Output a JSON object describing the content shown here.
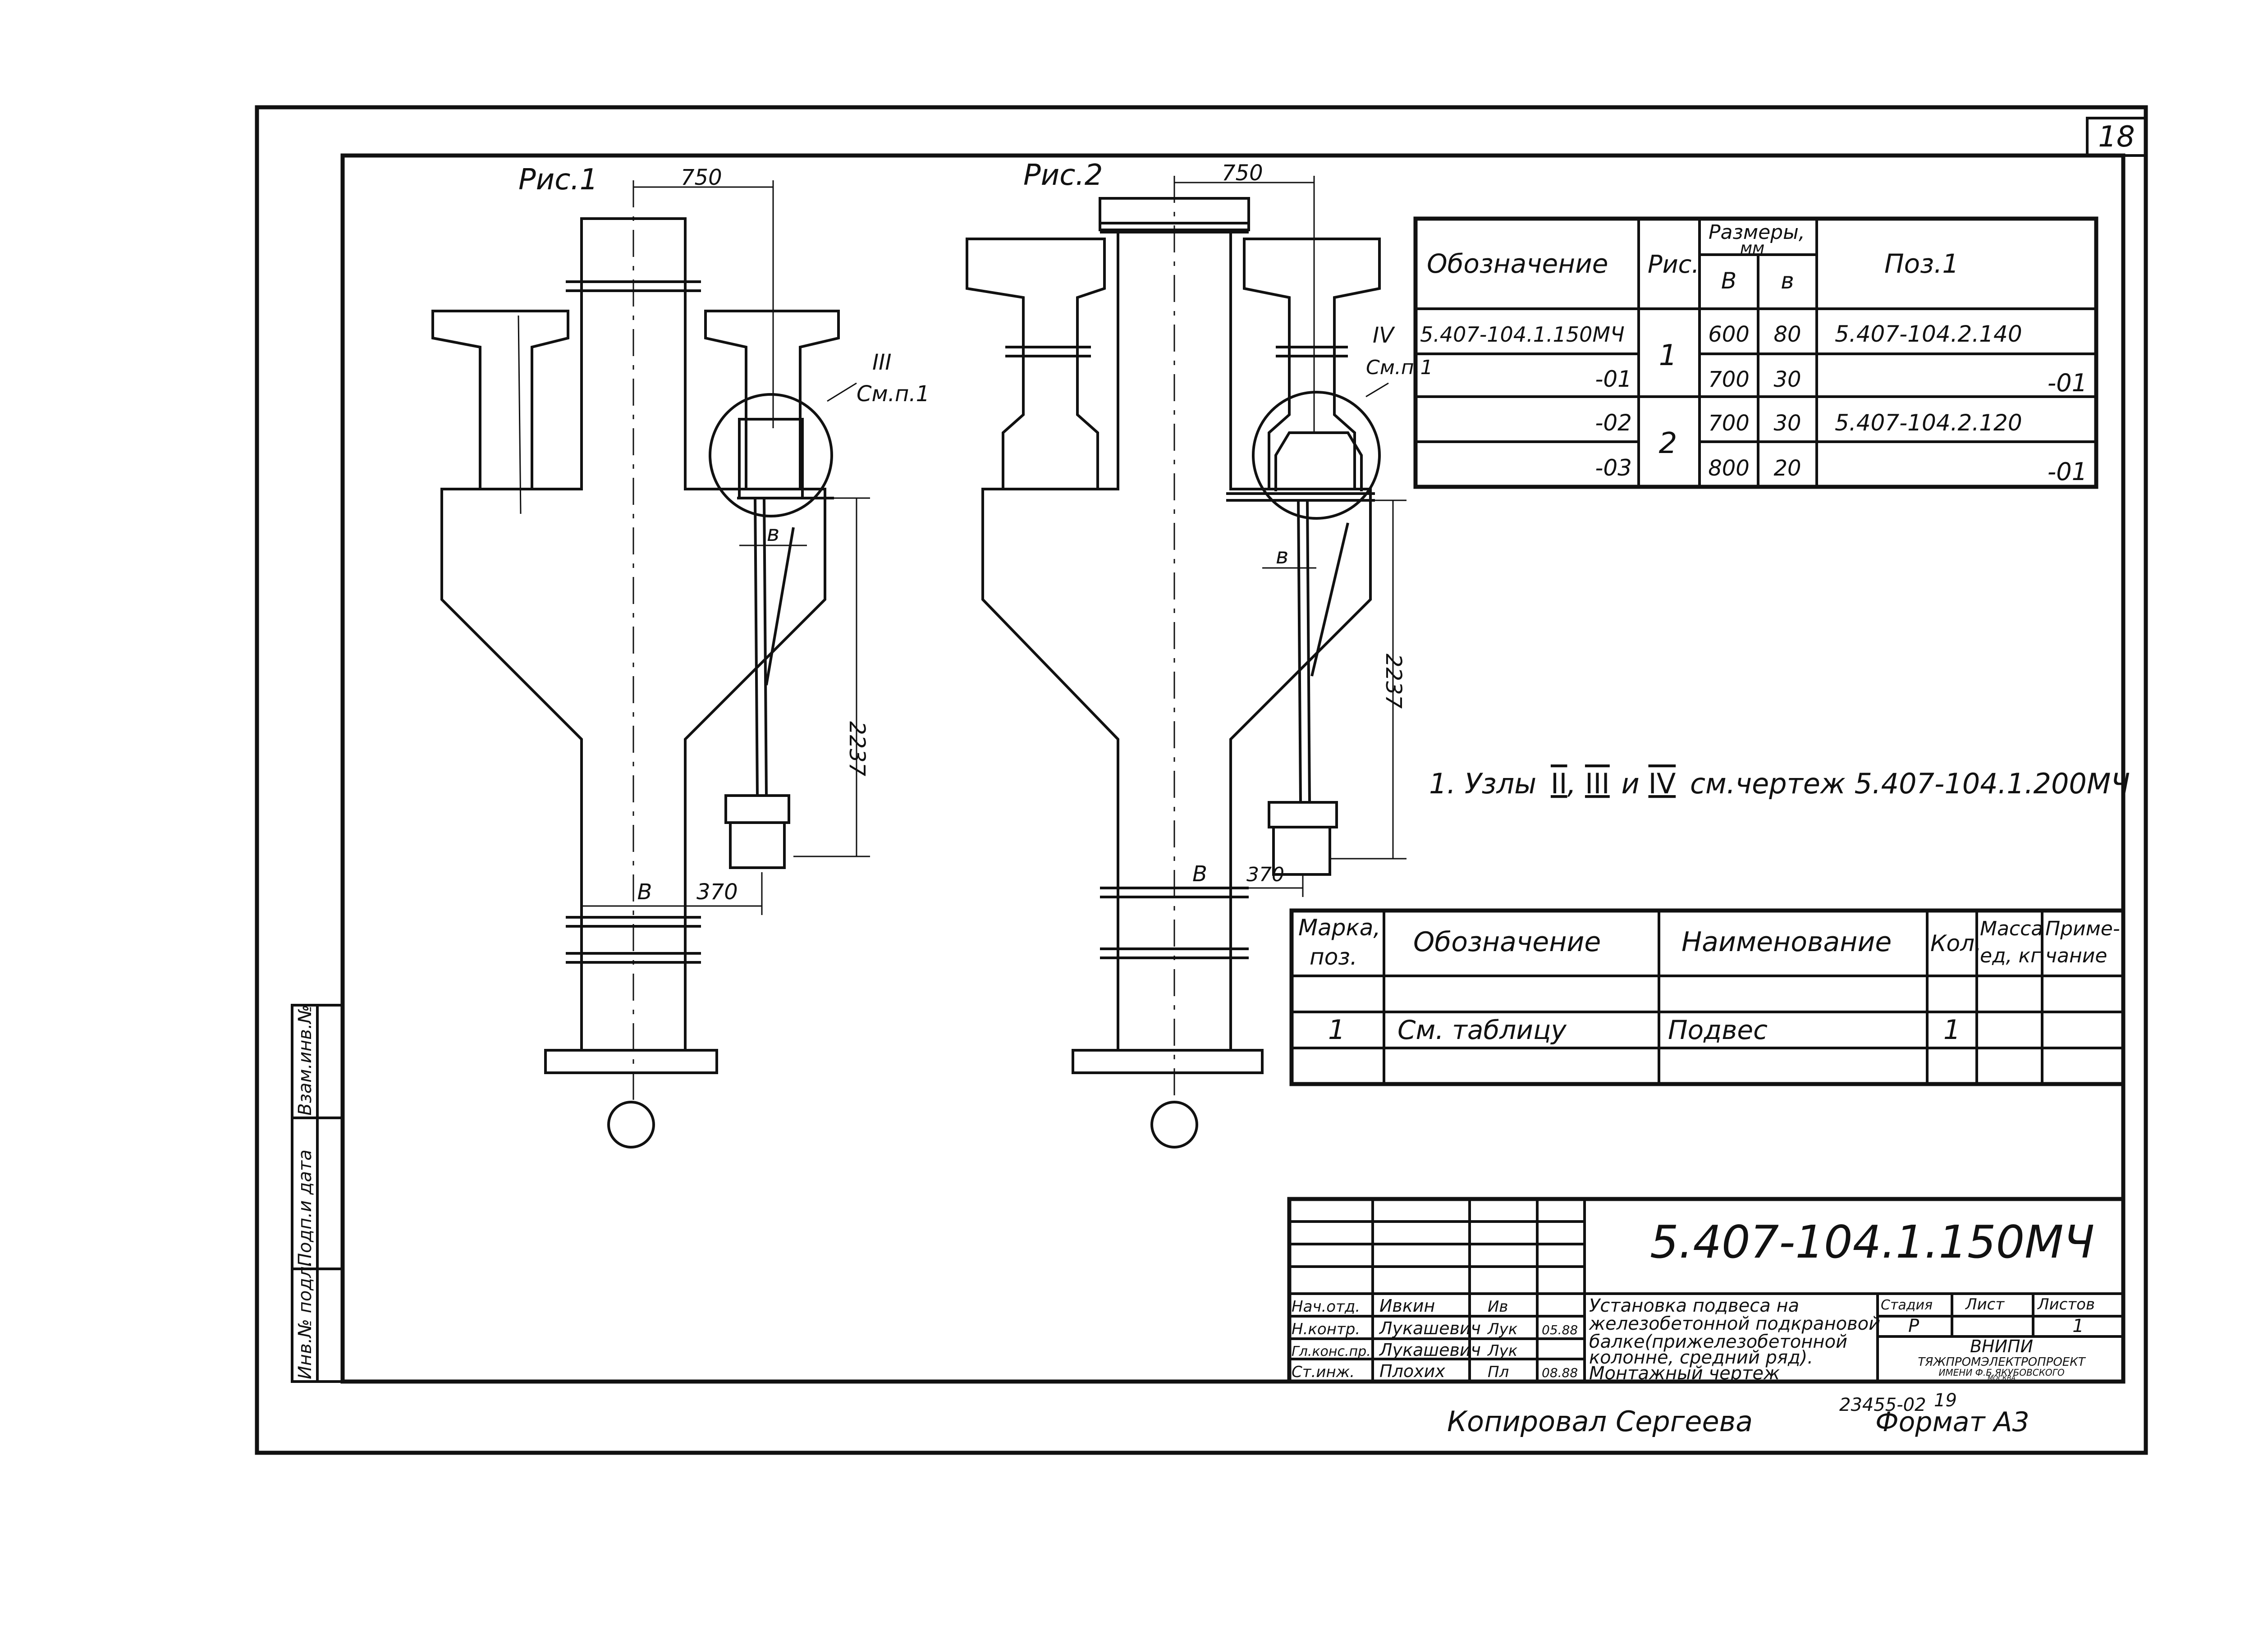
{
  "sheet": {
    "sheet_number": "18",
    "doc_code": "5.407-104.1.150МЧ",
    "title_lines": [
      "Установка подвеса на",
      "железобетонной подкрановой",
      "балке(прижелезобетонной",
      "колонне, средний ряд).",
      "Монтажный чертеж"
    ],
    "stage_header": "Стадия",
    "sheet_header": "Лист",
    "sheets_header": "Листов",
    "stage_value": "Р",
    "sheets_value": "1",
    "org_lines": [
      "ВНИПИ",
      "ТЯЖПРОМЭЛЕКТРОПРОЕКТ",
      "ИМЕНИ Ф.Б.ЯКУБОВСКОГО",
      "МОСКВА"
    ],
    "copied_by": "Копировал Сергеева",
    "format_label": "Формат А3",
    "inventory": "23455-02",
    "inventory_sheet": "19"
  },
  "stamp": {
    "rows": [
      {
        "role": "Нач.отд.",
        "name": "Ивкин",
        "sign": "Ив",
        "date": ""
      },
      {
        "role": "Н.контр.",
        "name": "Лукашевич",
        "sign": "Лук",
        "date": "05.88"
      },
      {
        "role": "Гл.конс.пр.",
        "name": "Лукашевич",
        "sign": "Лук",
        "date": ""
      },
      {
        "role": "Ст.инж.",
        "name": "Плохих",
        "sign": "Пл",
        "date": "08.88"
      }
    ]
  },
  "side_stamp": {
    "labels": [
      "Инв.№ подл.",
      "Подп.и дата",
      "Взам.инв.№"
    ]
  },
  "fig1": {
    "label": "Рис.1",
    "dim_top": "750",
    "dim_vertical": "2237",
    "dim_b": "В",
    "dim_370": "370",
    "dim_small_b": "в",
    "node_roman": "III",
    "node_ref": "См.п.1"
  },
  "fig2": {
    "label": "Рис.2",
    "dim_top": "750",
    "dim_vertical": "2237",
    "dim_b": "В",
    "dim_370": "370",
    "dim_small_b": "в",
    "node_roman": "IV",
    "node_ref": "См.п.1"
  },
  "table1": {
    "headers": {
      "designation": "Обозначение",
      "fig": "Рис.",
      "sizes": "Размеры,",
      "sizes_unit": "мм",
      "B": "В",
      "b": "в",
      "pos1": "Поз.1"
    },
    "rows": [
      {
        "designation": "5.407-104.1.150МЧ",
        "fig": "1",
        "B": "600",
        "b": "80",
        "pos1": "5.407-104.2.140"
      },
      {
        "designation": "-01",
        "fig": "",
        "B": "700",
        "b": "30",
        "pos1": "-01"
      },
      {
        "designation": "-02",
        "fig": "2",
        "B": "700",
        "b": "30",
        "pos1": "5.407-104.2.120"
      },
      {
        "designation": "-03",
        "fig": "",
        "B": "800",
        "b": "20",
        "pos1": "-01"
      }
    ]
  },
  "note": {
    "prefix": "1. Узлы",
    "n2": "II",
    "n3": "III",
    "and": "и",
    "n4": "IV",
    "suffix": "см.чертеж 5.407-104.1.200МЧ"
  },
  "spec": {
    "headers": [
      "Марка, поз.",
      "Обозначение",
      "Наименование",
      "Кол.",
      "Масса ед., кг",
      "Примечание"
    ],
    "header_line2": [
      "поз.",
      "",
      "",
      "",
      "ед, кг",
      "чание"
    ],
    "header_line1": [
      "Марка,",
      "Обозначение",
      "Наименование",
      "Кол.",
      "Масса",
      "Приме-"
    ],
    "rows": [
      {
        "mark": "1",
        "designation": "См. таблицу",
        "name": "Подвес",
        "qty": "1",
        "mass": "",
        "note": ""
      }
    ]
  }
}
